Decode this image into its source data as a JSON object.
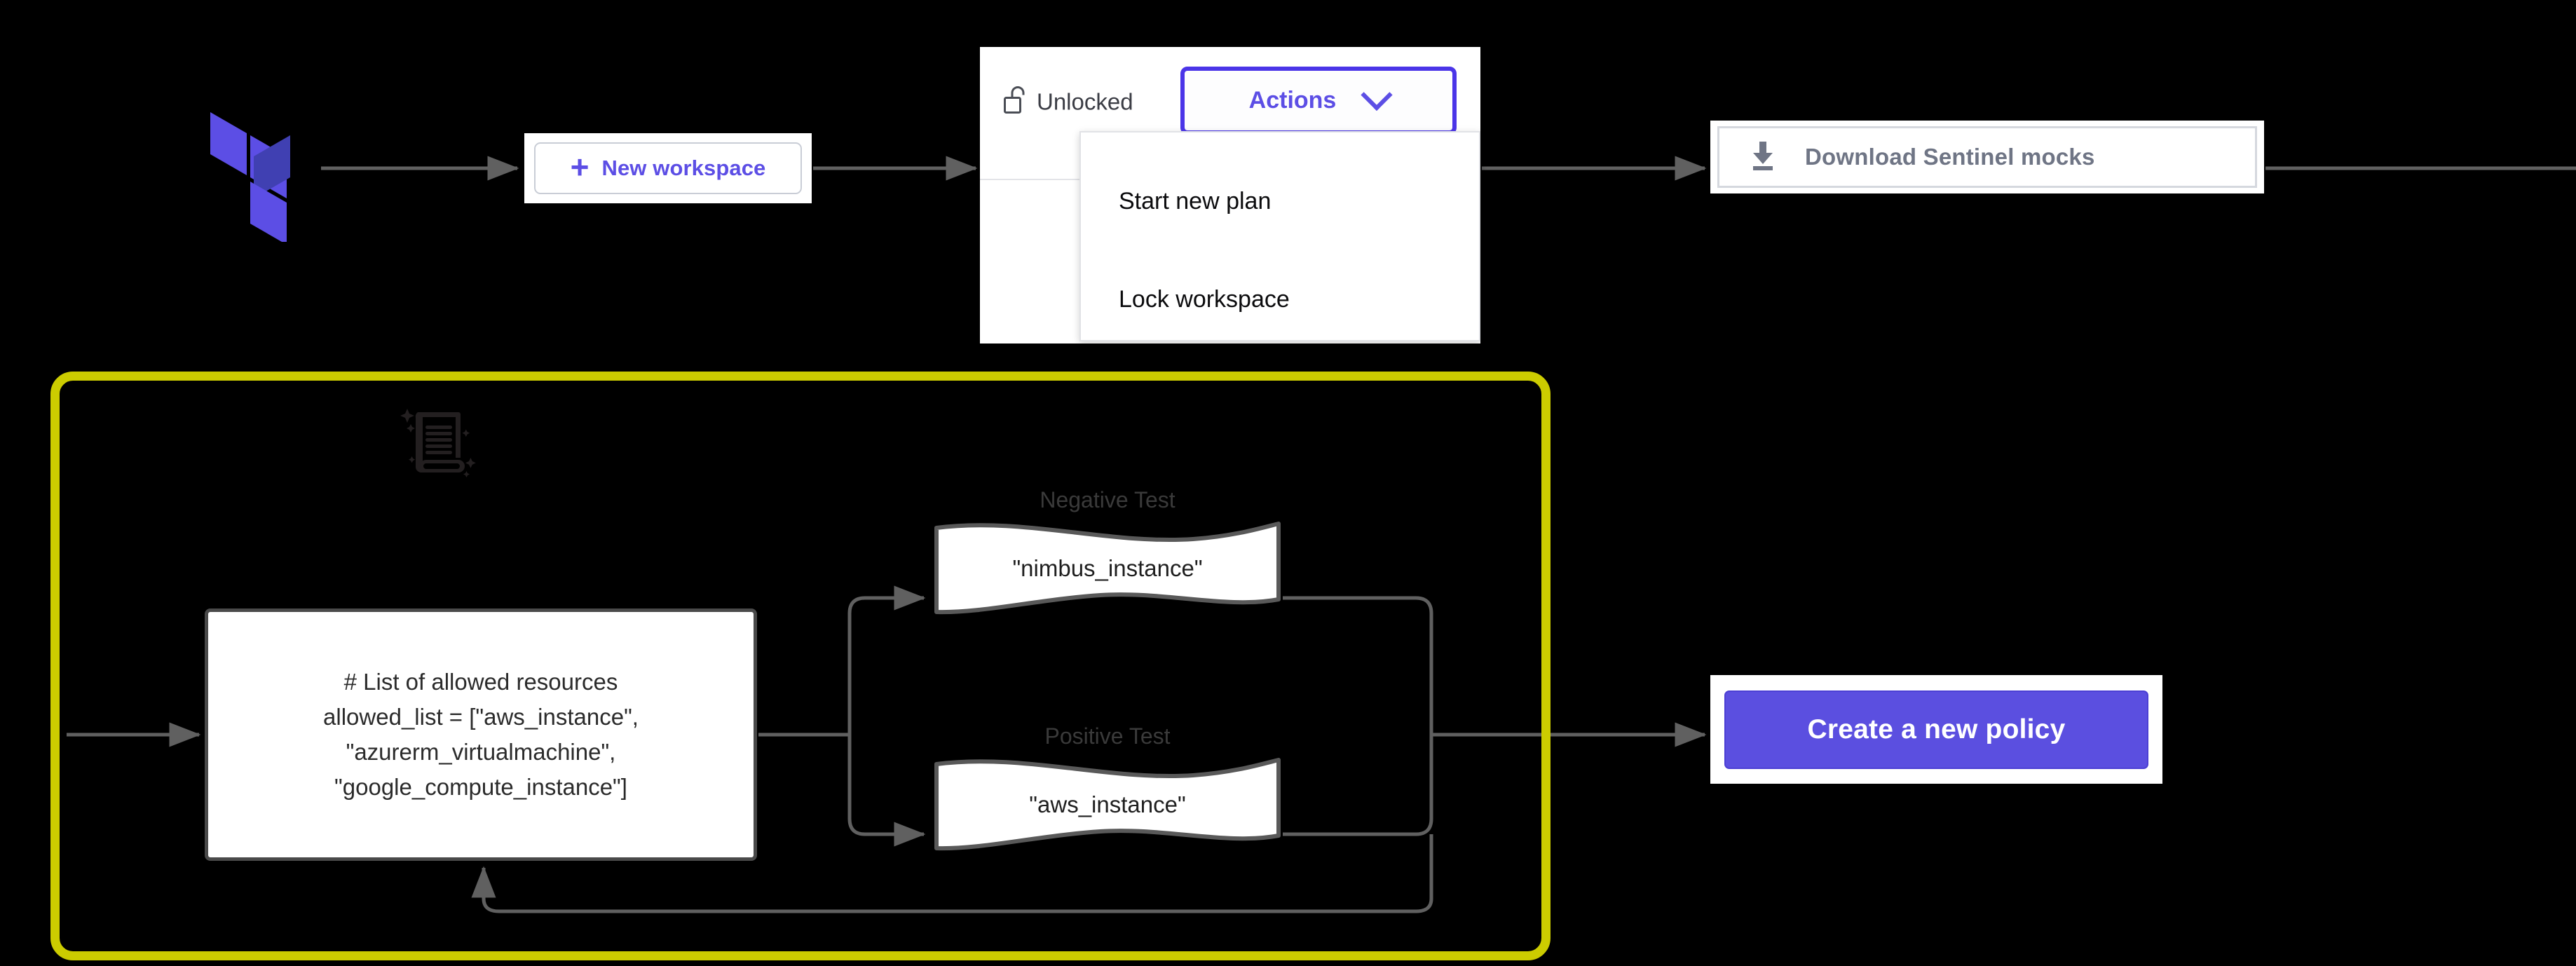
{
  "colors": {
    "background": "#000000",
    "accent_purple": "#5c4ee5",
    "accent_purple_strong": "#4b35e8",
    "highlight_yellow": "#cccc00",
    "connector_gray": "#606060",
    "muted_gray": "#6f7585",
    "card_white": "#ffffff"
  },
  "logo": {
    "name": "terraform-logo",
    "alt": "Terraform"
  },
  "new_workspace": {
    "label": "New workspace",
    "icon": "plus-icon"
  },
  "workspace_panel": {
    "lock_status": {
      "icon": "unlock-icon",
      "label": "Unlocked"
    },
    "actions_button": {
      "label": "Actions",
      "icon": "chevron-down-icon"
    },
    "menu_items": [
      {
        "label": "Start new plan"
      },
      {
        "label": "Lock workspace"
      }
    ]
  },
  "download_mocks": {
    "label": "Download Sentinel mocks",
    "icon": "download-icon"
  },
  "policy_region": {
    "scroll_icon": "policy-scroll-icon",
    "code_block": {
      "text": "# List of allowed resources\nallowed_list = [\"aws_instance\",\n\"azurerm_virtualmachine\",\n\"google_compute_instance\"]",
      "comment": "# List of allowed resources",
      "variable": "allowed_list",
      "allowed_values": [
        "aws_instance",
        "azurerm_virtualmachine",
        "google_compute_instance"
      ]
    },
    "tests": [
      {
        "caption": "Negative Test",
        "value": "\"nimbus_instance\"",
        "kind": "negative"
      },
      {
        "caption": "Positive Test",
        "value": "\"aws_instance\"",
        "kind": "positive"
      }
    ]
  },
  "create_policy": {
    "label": "Create a new policy"
  }
}
